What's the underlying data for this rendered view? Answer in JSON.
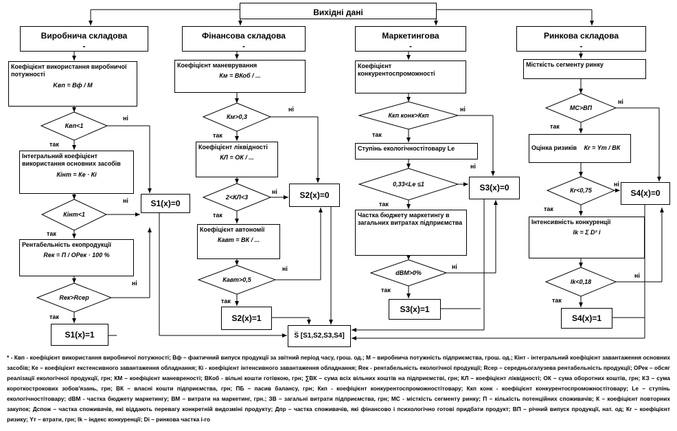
{
  "top": "Вихідні дані",
  "columns": [
    {
      "title": "Виробнича складова",
      "dash": "-"
    },
    {
      "title": "Фінансова складова",
      "dash": "-"
    },
    {
      "title": "Маркетингова",
      "dash": "-"
    },
    {
      "title": "Ринкова складова",
      "dash": "-"
    }
  ],
  "c1": {
    "box1": "Коефіцієнт використання виробничої потужності",
    "box1_formula": "Kвп = Вф / М",
    "d1": "Квп<1",
    "box2": "Інтегральний коефіцієнт використання основних засобів",
    "box2_formula": "Кінт = Кe · Кi",
    "d2": "Кінт<1",
    "box3": "Рентабельність екопродукції",
    "box3_formula": "Rек = П / ОРек · 100 %",
    "d3": "Rек>Rсер",
    "s_mid": "S1(x)=0",
    "s_bot": "S1(x)=1"
  },
  "c2": {
    "box1": "Коефіцієнт маневрування",
    "box1_formula": "Км = ВКоб / ...",
    "d1": "Км>0,3",
    "box2": "Коефіцієнт ліквідності",
    "box2_formula": "КЛ = ОК / ...",
    "d2": "2<КЛ<3",
    "box3": "Коефіцієнт   автономії",
    "box3_formula": "Кавт = ВК / ...",
    "d3": "Кавт>0,5",
    "s_mid": "S2(x)=0",
    "s_bot": "S2(x)=1"
  },
  "c3": {
    "box1": "Коефіцієнт конкурентоспроможності",
    "d1": "Ккп конк>Ккп",
    "box2": "Ступінь екологічностітовару Lе",
    "d2": "0,33<Lе ≤1",
    "box3": "Частка бюджету маркетингу в загальних витратах підприємства",
    "d3": "dВМ>0%",
    "s_mid": "S3(x)=0",
    "s_bot": "S3(x)=1"
  },
  "c4": {
    "box1": "Місткість сегменту ринку",
    "d1": "МС>ВП",
    "box2": "Оцінка ризиків",
    "box2_formula": "Кr = Yт / ВК",
    "d2": "Кr<0,75",
    "box3": "Інтенсивність конкуренції",
    "box3_formula": "Ik = Σ D² i",
    "d3": "Ik<0,18",
    "s_mid": "S4(x)=0",
    "s_bot": "S4(x)=1"
  },
  "labels": {
    "yes": "так",
    "no": "ні"
  },
  "final": "S̅ [S1,S2,S3,S4]",
  "legend": "* - Квп - коефіцієнт використання виробничої потужності; Вф – фактичний випуск продукції за звітний період часу, грош. од.; М – виробнича потужність підприємства, грош. од.; Кінт - інтегральний коефіцієнт завантаження основних засобів; Ке – коефіцієнт екстенсивного завантаження обладнання; Кі - коефіцієнт інтенсивного завантаження обладнання; Rек - рентабельність екологічної продукції; Rсер – середньогалузева рентабельність продукції; ОРек – обсяг реалізації екологічної продукції, грн; КМ – коефіцієнт маневреності; ВКоб - вільні кошти готівкою, грн; ∑ВК – сума всіх вільних коштів на підприємстві, грн; КЛ – коефіцієнт ліквідності; ОК – сума оборотних коштів, грн; КЗ – сума короткострокових зобов'язань, грн; ВК – власні кошти підприємства, грн; ПБ – пасив балансу, грн; Ккп - коефіцієнт конкурентоспроможностітовару; Ккп конк - коефіцієнт конкурентоспроможностітовару; Lе – ступінь екологічностітовару; dВМ - частка бюджету маркетингу; ВМ – витрати на маркетинг, грн.; ЗВ – загальні витрати підприємства, грн; МС - місткість сегменту ринку; П – кількість потенційних споживачів; К – коефіцієнт повторних закупок; Дспож – частка споживачів, які віддають перевагу конкретній видозміні продукту; Дпр – частка споживачів, які фінансово і психологічно готові придбати продукт; ВП – річний випуск продукції, нат. од; Кr – коефіцієнт ризику; Yт – втрати, грн; Ik – індекс конкуренції; Di – ринкова частка i-го"
}
